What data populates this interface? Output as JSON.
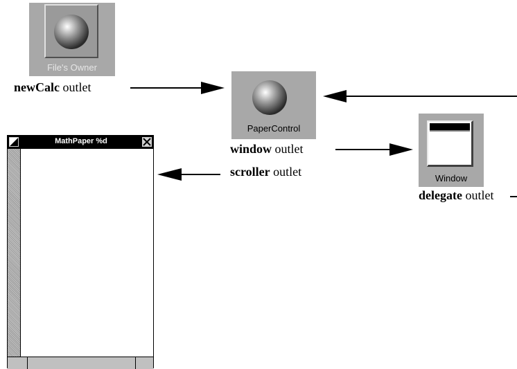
{
  "files_owner": {
    "label": "File's Owner",
    "icon": "sphere-icon"
  },
  "paper_control": {
    "label": "PaperControl",
    "icon": "sphere-icon"
  },
  "window_object": {
    "label": "Window",
    "icon": "window-icon"
  },
  "outlets": {
    "new_calc": {
      "name": "newCalc",
      "suffix": " outlet"
    },
    "window": {
      "name": "window",
      "suffix": " outlet"
    },
    "scroller": {
      "name": "scroller",
      "suffix": " outlet"
    },
    "delegate": {
      "name": "delegate",
      "suffix": " outlet"
    }
  },
  "math_window": {
    "title": "MathPaper %d"
  }
}
